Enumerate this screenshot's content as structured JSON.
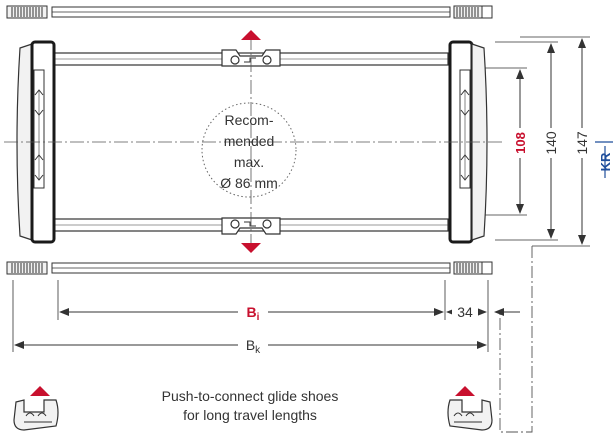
{
  "colors": {
    "accent_red": "#c8102e",
    "accent_blue": "#1f4e9b",
    "line": "#333333",
    "part_fill": "#f2f2f2",
    "part_dark": "#1a1a1a",
    "hatch": "#999999"
  },
  "callout": {
    "line1": "Recom-",
    "line2": "mended",
    "line3": "max.",
    "line4": "Ø 86 mm"
  },
  "dimensions": {
    "inner_height": "108",
    "outer_height_1": "140",
    "outer_height_2": "147",
    "bending_radius": "KR",
    "inner_width_base": "B",
    "inner_width_sub": "i",
    "outer_width_base": "B",
    "outer_width_sub": "k",
    "offset": "34"
  },
  "note": {
    "line1": "Push-to-connect glide shoes",
    "line2": "for long travel lengths"
  },
  "icons": [
    "arrow-up-icon",
    "arrow-down-icon",
    "glide-shoe-icon"
  ]
}
